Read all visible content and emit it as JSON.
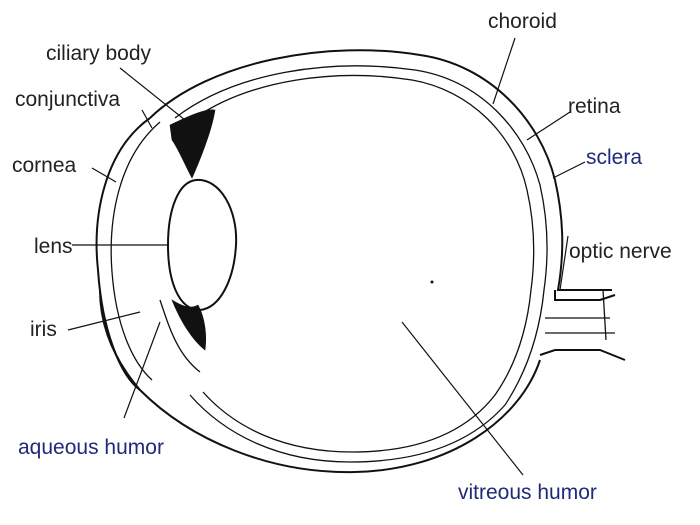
{
  "labels": {
    "choroid": "choroid",
    "ciliary_body": "ciliary body",
    "conjunctiva": "conjunctiva",
    "retina": "retina",
    "cornea": "cornea",
    "sclera": "sclera",
    "lens": "lens",
    "optic_nerve": "optic nerve",
    "iris": "iris",
    "aqueous_humor": "aqueous humor",
    "vitreous_humor": "vitreous humor"
  },
  "colors": {
    "label_text": "#222222",
    "highlight_label_text": "#1f2a7a",
    "line": "#111111"
  }
}
